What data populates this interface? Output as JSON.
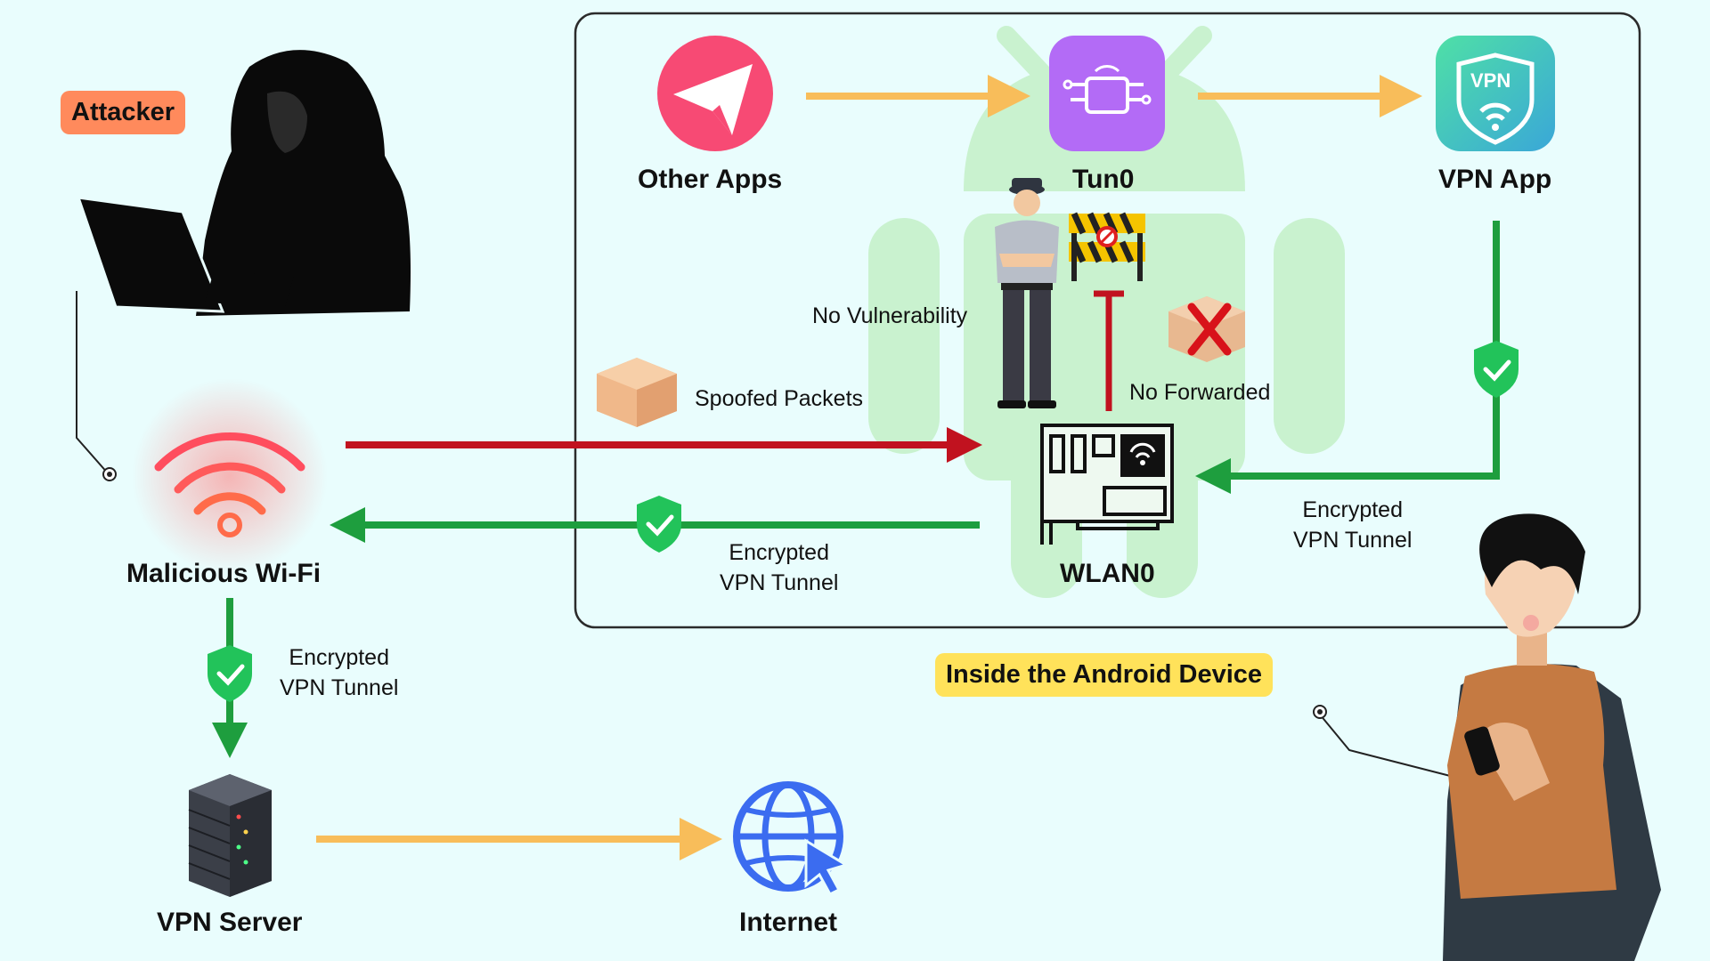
{
  "labels": {
    "attacker": "Attacker",
    "malicious_wifi": "Malicious Wi-Fi",
    "vpn_server": "VPN Server",
    "internet": "Internet",
    "other_apps": "Other Apps",
    "tun0": "Tun0",
    "vpn_app": "VPN App",
    "wlan0": "WLAN0",
    "no_vulnerability": "No Vulnerability",
    "spoofed_packets": "Spoofed Packets",
    "no_forwarded": "No Forwarded",
    "inside_device": "Inside the Android Device",
    "tunnel_a_1": "Encrypted",
    "tunnel_a_2": "VPN Tunnel",
    "tunnel_b_1": "Encrypted",
    "tunnel_b_2": "VPN Tunnel",
    "tunnel_c_1": "Encrypted",
    "tunnel_c_2": "VPN Tunnel",
    "vpn_badge": "VPN"
  },
  "colors": {
    "background": "#e9fdfd",
    "orange_flow": "#f8bd5a",
    "green_tunnel": "#1e9e3e",
    "red_attack": "#c1121f",
    "attacker_tag": "#ff8a5c",
    "device_tag": "#ffe25a",
    "android_bg": "#c9f2cf"
  },
  "icons": [
    "hacker-laptop-icon",
    "wifi-icon",
    "server-icon",
    "globe-cursor-icon",
    "telegram-icon",
    "tun0-chip-icon",
    "vpn-shield-icon",
    "network-card-icon",
    "police-officer-icon",
    "barrier-icon",
    "package-icon",
    "shield-check-icon",
    "person-phone-icon",
    "android-robot-icon"
  ]
}
